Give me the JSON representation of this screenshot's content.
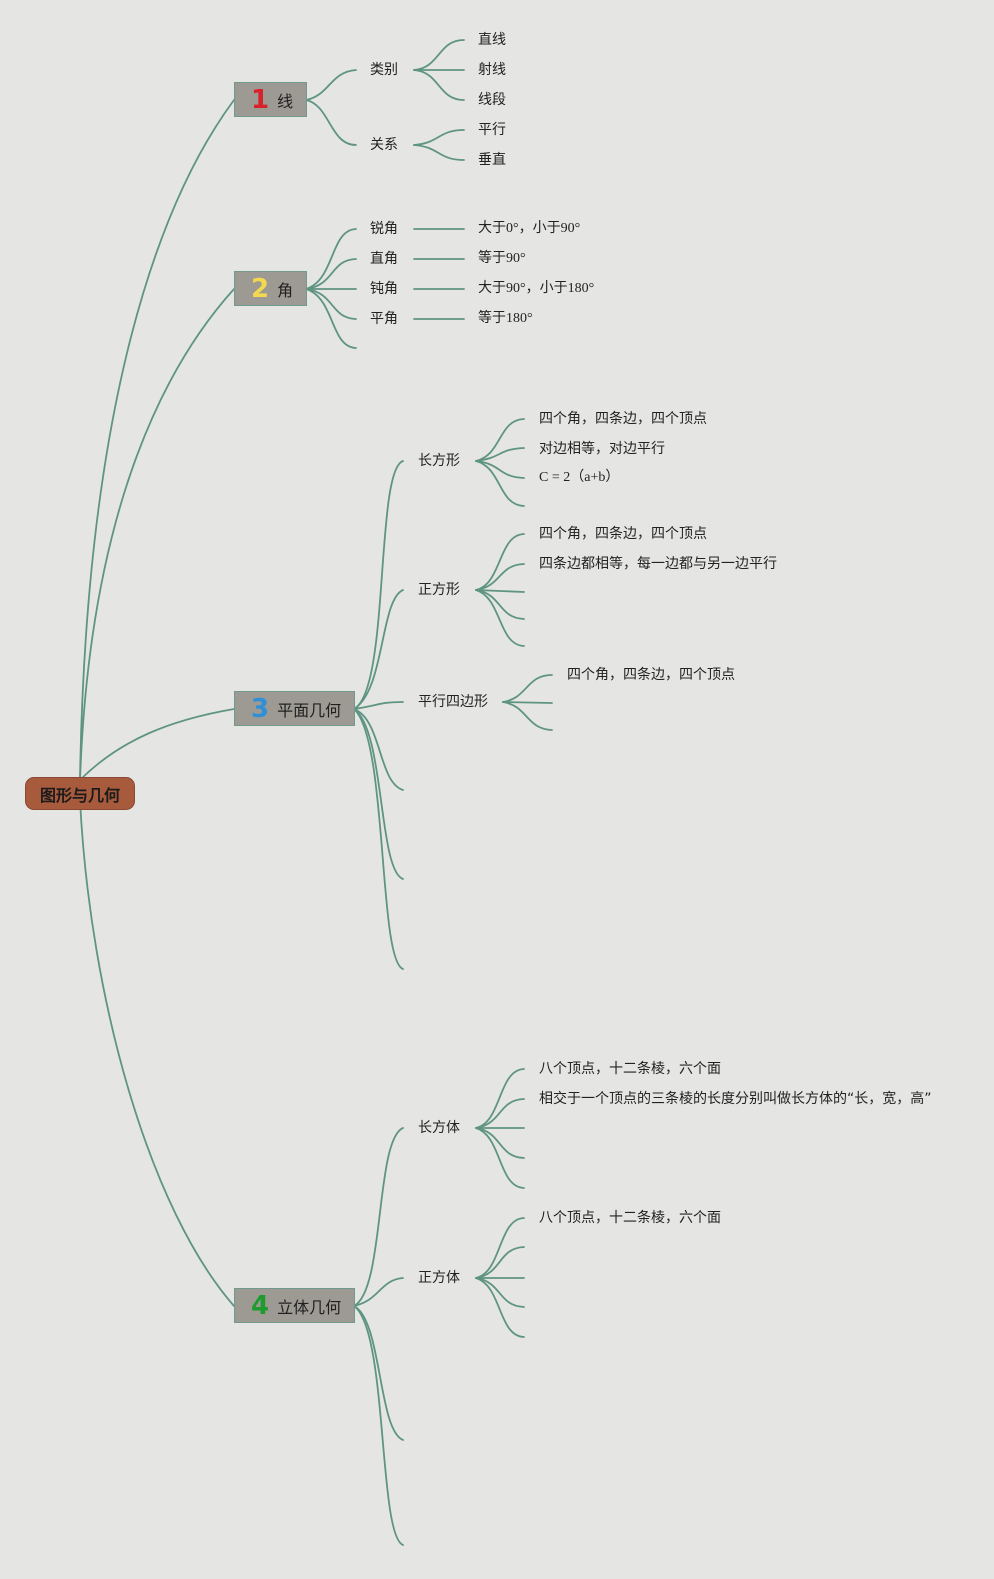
{
  "root": {
    "label": "图形与几何"
  },
  "branches": [
    {
      "number": "1",
      "number_color": "#d7222c",
      "label": "线",
      "children": [
        {
          "label": "类别",
          "items": [
            "直线",
            "射线",
            "线段"
          ]
        },
        {
          "label": "关系",
          "items": [
            "平行",
            "垂直"
          ]
        }
      ]
    },
    {
      "number": "2",
      "number_color": "#f3d94f",
      "label": "角",
      "children": [
        {
          "label": "锐角",
          "desc": "大于0°，小于90°"
        },
        {
          "label": "直角",
          "desc": "等于90°"
        },
        {
          "label": "钝角",
          "desc": "大于90°，小于180°"
        },
        {
          "label": "平角",
          "desc": "等于180°"
        },
        {
          "label": ""
        }
      ]
    },
    {
      "number": "3",
      "number_color": "#2f8fd8",
      "label": "平面几何",
      "children": [
        {
          "label": "长方形",
          "items": [
            "四个角，四条边，四个顶点",
            "对边相等，对边平行",
            "C = 2（a+b）",
            ""
          ]
        },
        {
          "label": "正方形",
          "items": [
            "四个角，四条边，四个顶点",
            "四条边都相等，每一边都与另一边平行",
            "",
            "",
            ""
          ]
        },
        {
          "label": "平行四边形",
          "items": [
            "四个角，四条边，四个顶点",
            "",
            ""
          ]
        },
        {
          "label": ""
        },
        {
          "label": ""
        },
        {
          "label": ""
        }
      ]
    },
    {
      "number": "4",
      "number_color": "#1f9a2e",
      "label": "立体几何",
      "children": [
        {
          "label": "长方体",
          "items": [
            "八个顶点，十二条棱，六个面",
            "相交于一个顶点的三条棱的长度分别叫做长方体的“长，宽，高”",
            "",
            "",
            ""
          ]
        },
        {
          "label": "正方体",
          "items": [
            "八个顶点，十二条棱，六个面",
            "",
            "",
            "",
            ""
          ]
        },
        {
          "label": ""
        },
        {
          "label": ""
        }
      ]
    }
  ]
}
